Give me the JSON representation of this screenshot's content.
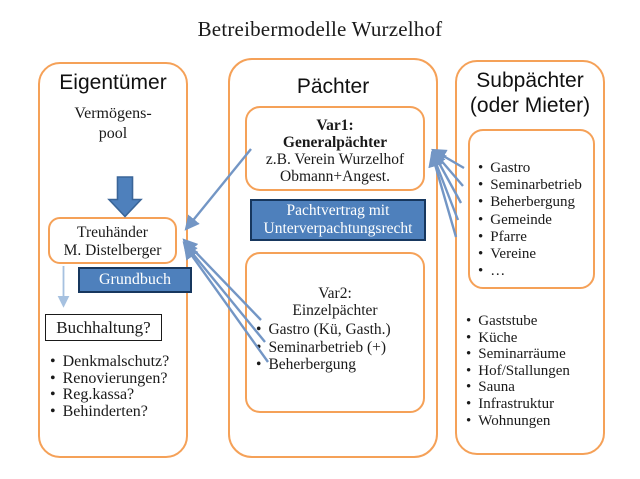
{
  "title": "Betreibermodelle Wurzelhof",
  "stray_mark": ".",
  "colors": {
    "accent-orange": "#F5A158",
    "box-blue": "#4E80BC",
    "blue-border": "#17375E",
    "arrow-blue": "#7396C5",
    "arrow-light": "#A6C1E0"
  },
  "owner": {
    "heading": "Eigentümer",
    "pool": {
      "line1": "Vermögens-",
      "line2": "pool"
    },
    "trustee": {
      "line1": "Treuhänder",
      "line2": "M. Distelberger"
    },
    "grundbuch_label": "Grundbuch",
    "buchhaltung_label": "Buchhaltung?",
    "questions": [
      "Denkmalschutz?",
      "Renovierungen?",
      "Reg.kassa?",
      "Behinderten?"
    ]
  },
  "paechter": {
    "heading": "Pächter",
    "var1": {
      "title": "Var1:",
      "subtitle": "Generalpächter",
      "line3": "z.B. Verein Wurzelhof",
      "line4": "Obmann+Angest."
    },
    "contract": {
      "line1": "Pachtvertrag mit",
      "line2": "Unterverpachtungsrecht"
    },
    "var2": {
      "title": "Var2:",
      "subtitle": "Einzelpächter",
      "items": [
        "Gastro (Kü, Gasth.)",
        "Seminarbetrieb (+)",
        "Beherbergung"
      ]
    }
  },
  "subpaechter": {
    "heading": {
      "line1": "Subpächter",
      "line2": "(oder Mieter)"
    },
    "tenants": [
      "Gastro",
      "Seminarbetrieb",
      "Beherbergung",
      "Gemeinde",
      "Pfarre",
      "Vereine",
      "…"
    ],
    "facilities": [
      "Gaststube",
      "Küche",
      "Seminarräume",
      "Hof/Stallungen",
      "Sauna",
      "Infrastruktur",
      "Wohnungen"
    ]
  }
}
